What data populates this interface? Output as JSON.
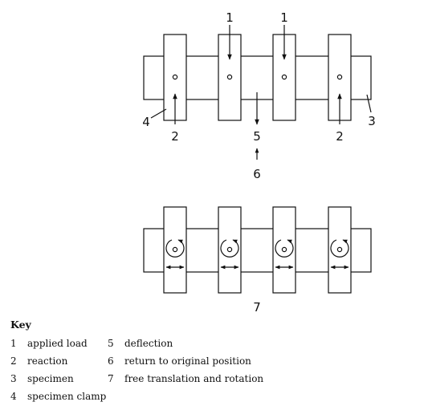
{
  "figure": {
    "top_labels": {
      "applied_load_left": "1",
      "applied_load_right": "1",
      "specimen_clamp": "4",
      "reaction_left": "2",
      "deflection": "5",
      "reaction_right": "2",
      "specimen": "3",
      "return_to_original": "6"
    },
    "bottom_labels": {
      "free_translation": "7"
    }
  },
  "key": {
    "title": "Key",
    "items": [
      {
        "num": "1",
        "text": "applied load"
      },
      {
        "num": "2",
        "text": "reaction"
      },
      {
        "num": "3",
        "text": "specimen"
      },
      {
        "num": "4",
        "text": "specimen clamp"
      },
      {
        "num": "5",
        "text": "deflection"
      },
      {
        "num": "6",
        "text": "return to original position"
      },
      {
        "num": "7",
        "text": "free translation and rotation"
      }
    ]
  }
}
